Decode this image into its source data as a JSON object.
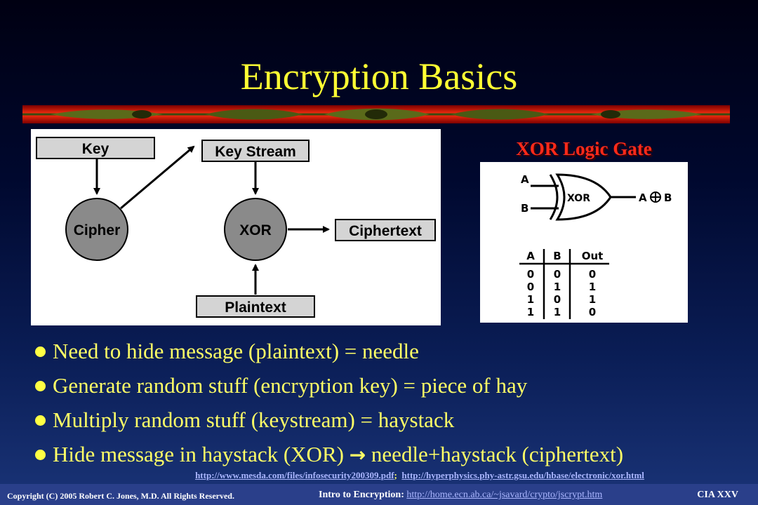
{
  "slide": {
    "title": "Encryption Basics"
  },
  "diagram": {
    "nodes": {
      "key": "Key",
      "key_stream": "Key Stream",
      "cipher": "Cipher",
      "xor": "XOR",
      "ciphertext": "Ciphertext",
      "plaintext": "Plaintext"
    },
    "colors": {
      "box_fill": "#d4d4d4",
      "circle_fill": "#8a8a8a",
      "line": "#000000"
    }
  },
  "xor_gate": {
    "heading": "XOR Logic Gate",
    "input_a": "A",
    "input_b": "B",
    "gate_label": "XOR",
    "output_a": "A",
    "output_b": "B",
    "table": {
      "headers": [
        "A",
        "B",
        "Out"
      ],
      "rows": [
        [
          "0",
          "0",
          "0"
        ],
        [
          "0",
          "1",
          "1"
        ],
        [
          "1",
          "0",
          "1"
        ],
        [
          "1",
          "1",
          "0"
        ]
      ]
    }
  },
  "bullets": {
    "items": [
      {
        "text": "Need to hide message (plaintext) = needle"
      },
      {
        "text": "Generate random stuff (encryption key) = piece of hay"
      },
      {
        "text": "Multiply random stuff (keystream) = haystack"
      },
      {
        "text_before": "Hide message in haystack (XOR) ",
        "arrow": "→",
        "text_after": " needle+haystack (ciphertext)"
      }
    ]
  },
  "references": {
    "link1": "http://www.mesda.com/files/infosecurity200309.pdf",
    "separator": ";",
    "link2": "http://hyperphysics.phy-astr.gsu.edu/hbase/electronic/xor.html"
  },
  "footer": {
    "copyright": "Copyright (C) 2005 Robert C. Jones, M.D.   All Rights Reserved.",
    "intro_label": "Intro to Encryption:",
    "intro_link": "http://home.ecn.ab.ca/~jsavard/crypto/jscrypt.htm",
    "badge": "CIA XXV"
  },
  "theme": {
    "title_color": "#ffff33",
    "bullet_color": "#ffff66",
    "xor_heading_color": "#ff2a1a",
    "link_color": "#aab6ff",
    "footer_bar": "#2a3f8a"
  }
}
